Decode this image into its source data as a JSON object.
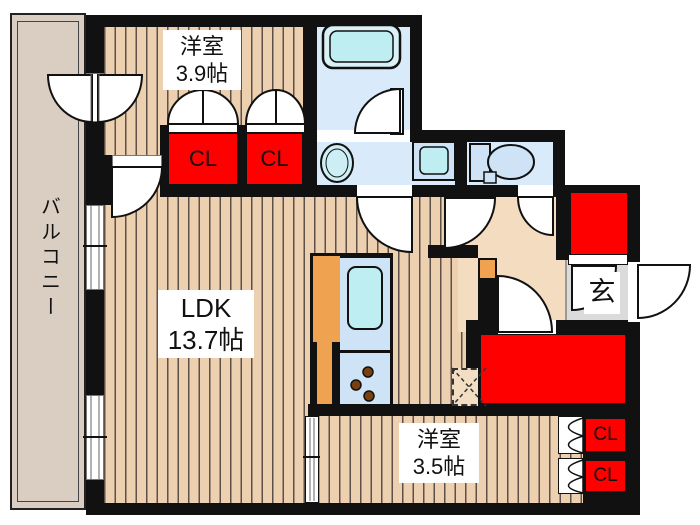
{
  "plan": {
    "balcony": "バルコニー",
    "entrance": "玄",
    "closet_label": "CL",
    "rooms": {
      "bedroom1": {
        "name": "洋室",
        "size": "3.9帖"
      },
      "ldk": {
        "name": "LDK",
        "size": "13.7帖"
      },
      "bedroom2": {
        "name": "洋室",
        "size": "3.5帖"
      }
    },
    "fixtures": [
      "bathtub",
      "wash-basin",
      "washing-machine",
      "toilet",
      "kitchen-sink",
      "gas-stove",
      "refrigerator-space"
    ],
    "colors": {
      "wall": "#111111",
      "closet_red": "#fe0000",
      "floor_base": "#ecd0af",
      "balcony_floor": "#d9cec1",
      "hallway_floor": "#f4dcc1",
      "entrance_floor": "#dbdbdb",
      "wet_area_floor": "#d9eafa",
      "fixture_blue": "#cfe3f7",
      "counter_orange": "#efa24f"
    }
  }
}
